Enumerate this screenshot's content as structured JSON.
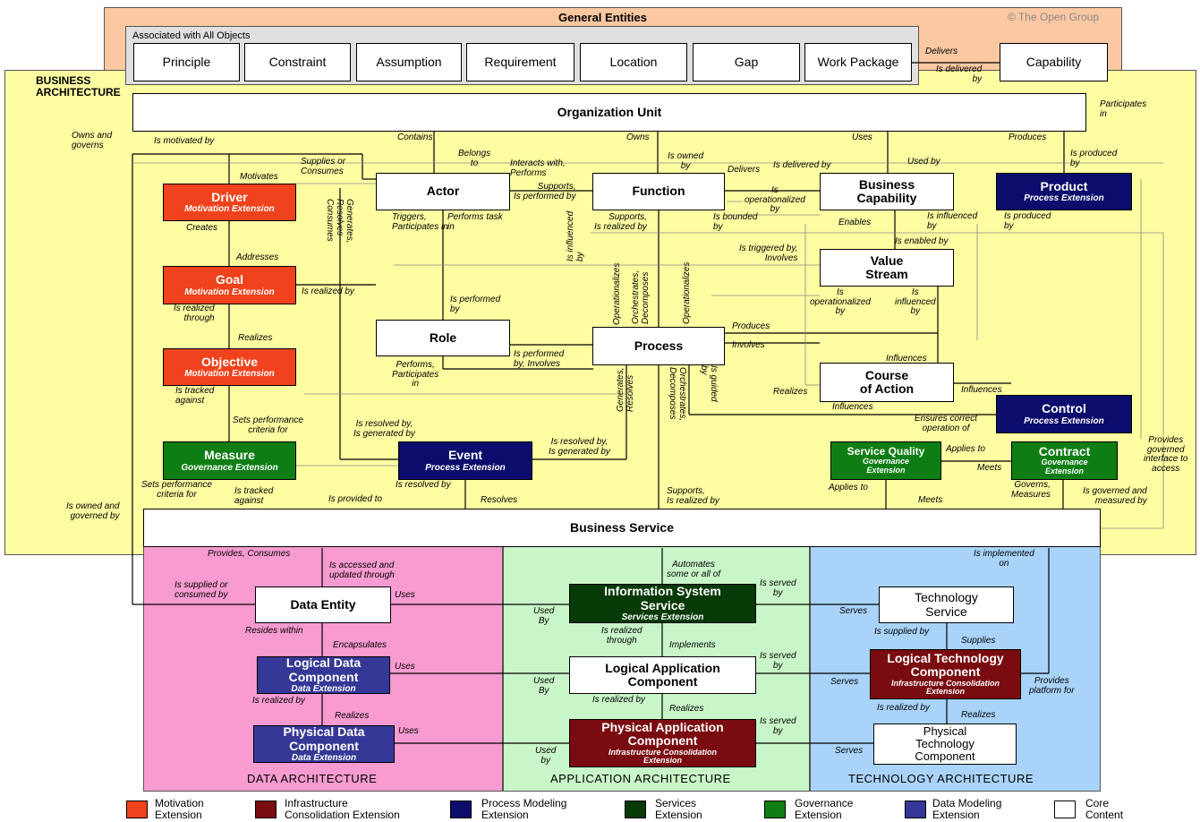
{
  "general_entities": {
    "title": "General Entities",
    "copyright": "© The Open Group",
    "associated_title": "Associated with All Objects",
    "items": [
      "Principle",
      "Constraint",
      "Assumption",
      "Requirement",
      "Location",
      "Gap",
      "Work Package"
    ],
    "capability": "Capability",
    "delivers": "Delivers",
    "is_delivered_by": "Is delivered\nby"
  },
  "business_architecture": {
    "title": "BUSINESS\nARCHITECTURE"
  },
  "nodes": {
    "org_unit": "Organization Unit",
    "actor": "Actor",
    "function": "Function",
    "business_capability": "Business\nCapability",
    "product": {
      "title": "Product",
      "sub": "Process Extension"
    },
    "driver": {
      "title": "Driver",
      "sub": "Motivation Extension"
    },
    "goal": {
      "title": "Goal",
      "sub": "Motivation Extension"
    },
    "objective": {
      "title": "Objective",
      "sub": "Motivation Extension"
    },
    "measure": {
      "title": "Measure",
      "sub": "Governance Extension"
    },
    "role": "Role",
    "process": "Process",
    "value_stream": "Value\nStream",
    "course_of_action": "Course\nof Action",
    "control": {
      "title": "Control",
      "sub": "Process Extension"
    },
    "event": {
      "title": "Event",
      "sub": "Process Extension"
    },
    "service_quality": {
      "title": "Service Quality",
      "sub": "Governance\nExtension"
    },
    "contract": {
      "title": "Contract",
      "sub": "Governance\nExtension"
    },
    "business_service": "Business Service",
    "data_entity": "Data Entity",
    "logical_data_component": {
      "title": "Logical Data\nComponent",
      "sub": "Data Extension"
    },
    "physical_data_component": {
      "title": "Physical Data\nComponent",
      "sub": "Data Extension"
    },
    "information_system_service": {
      "title": "Information System\nService",
      "sub": "Services Extension"
    },
    "logical_application_component": "Logical Application\nComponent",
    "physical_application_component": {
      "title": "Physical Application\nComponent",
      "sub": "Infrastructure Consolidation\nExtension"
    },
    "technology_service": "Technology\nService",
    "logical_technology_component": {
      "title": "Logical Technology\nComponent",
      "sub": "Infrastructure Consolidation\nExtension"
    },
    "physical_technology_component": "Physical\nTechnology\nComponent"
  },
  "architectures": {
    "data": "DATA ARCHITECTURE",
    "application": "APPLICATION ARCHITECTURE",
    "technology": "TECHNOLOGY ARCHITECTURE"
  },
  "relations": [
    "Owns and\ngoverns",
    "Is motivated by",
    "Contains",
    "Owns",
    "Uses",
    "Produces",
    "Participates\nin",
    "Motivates",
    "Supplies or\nConsumes",
    "Belongs\nto",
    "Interacts with,\nPerforms",
    "Supports,\nIs performed by",
    "Is owned\nby",
    "Delivers",
    "Is delivered by",
    "Used by",
    "Is produced\nby",
    "Creates",
    "Triggers,\nParticipates in",
    "Performs task\nin",
    "Supports,\nIs realized by",
    "Is\noperationalized\nby",
    "Is bounded\nby",
    "Enables",
    "Is influenced\nby",
    "Is produced\nby",
    "Addresses",
    "Is enabled by",
    "Is triggered by,\nInvolves",
    "Is realized by",
    "Is realized\nthrough",
    "Is performed\nby",
    "Is\noperationalized\nby",
    "Is\ninfluenced\nby",
    "Realizes",
    "Produces",
    "Involves",
    "Is performed\nby, Involves",
    "Performs,\nParticipates\nin",
    "Is tracked\nagainst",
    "Influences",
    "Realizes",
    "Influences",
    "Sets performance\ncriteria for",
    "Is resolved by,\nIs generated by",
    "Influences",
    "Ensures correct\noperation of",
    "Is resolved by,\nIs generated by",
    "Applies to",
    "Meets",
    "Provides\ngoverned\ninterface to\naccess",
    "Sets performance\ncriteria for",
    "Is tracked\nagainst",
    "Is resolved by",
    "Is owned and\ngoverned by",
    "Is provided to",
    "Resolves",
    "Supports,\nIs realized by",
    "Applies to",
    "Meets",
    "Governs,\nMeasures",
    "Is governed and\nmeasured by",
    "Provides, Consumes",
    "Is accessed and\nupdated through",
    "Automates\nsome or all of",
    "Is implemented\non",
    "Is supplied or\nconsumed by",
    "Uses",
    "Is served\nby",
    "Used\nBy",
    "Serves",
    "Resides within",
    "Is realized\nthrough",
    "Is supplied by",
    "Encapsulates",
    "Supplies",
    "Implements",
    "Uses",
    "Is served\nby",
    "Used\nBy",
    "Serves",
    "Provides\nplatform for",
    "Is realized by",
    "Is realized by",
    "Is realized by",
    "Realizes",
    "Realizes",
    "Realizes",
    "Uses",
    "Is served\nby",
    "Used\nby",
    "Serves"
  ],
  "vertical_relations": [
    "Consumes",
    "Generates,\nResolves",
    "Is influenced\nby",
    "Operationalizes",
    "Orchestrates,\nDecomposes",
    "Operationalizes",
    "Generates,\nResolves",
    "Orchestrates,\nDecomposes",
    "Is guided\nby"
  ],
  "legend": [
    {
      "color": "#f0421c",
      "label": "Motivation\nExtension"
    },
    {
      "color": "#7a0b10",
      "label": "Infrastructure\nConsolidation Extension"
    },
    {
      "color": "#0b0c6b",
      "label": "Process Modeling\nExtension"
    },
    {
      "color": "#063a06",
      "label": "Services\nExtension"
    },
    {
      "color": "#0e7e14",
      "label": "Governance\nExtension"
    },
    {
      "color": "#353896",
      "label": "Data Modeling\nExtension"
    },
    {
      "color": "#ffffff",
      "label": "Core\nContent"
    }
  ],
  "colors": {
    "general_bg": "#fbc8a2",
    "business_bg": "#fdfda2",
    "data_bg": "#f79bd0",
    "application_bg": "#c9f6c8",
    "technology_bg": "#a9d3f9",
    "associated_bg": "#e0e0e0"
  }
}
